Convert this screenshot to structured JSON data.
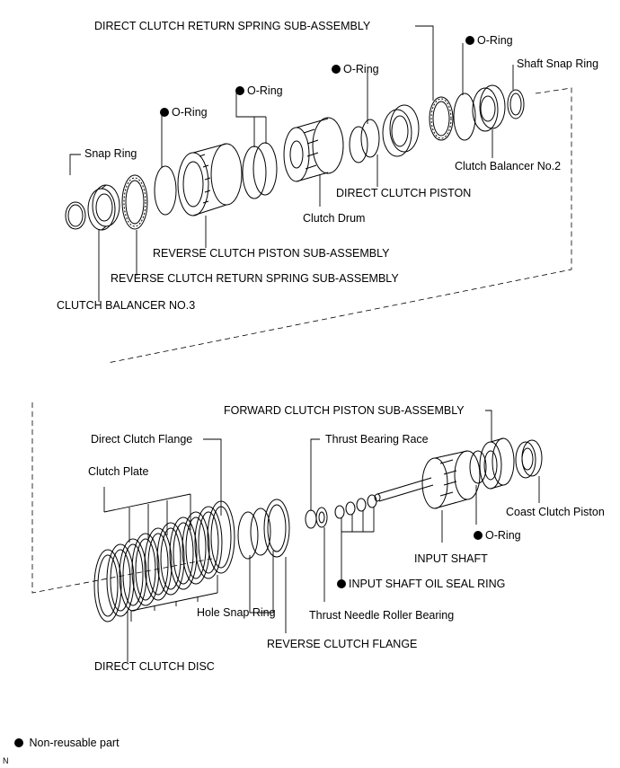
{
  "labels": {
    "direct_clutch_return_spring": "DIRECT CLUTCH RETURN SPRING SUB-ASSEMBLY",
    "o_ring": "O-Ring",
    "shaft_snap_ring": "Shaft Snap Ring",
    "snap_ring": "Snap Ring",
    "clutch_balancer_no2": "Clutch Balancer No.2",
    "direct_clutch_piston": "DIRECT CLUTCH PISTON",
    "clutch_drum": "Clutch Drum",
    "reverse_clutch_piston": "REVERSE CLUTCH PISTON SUB-ASSEMBLY",
    "reverse_clutch_return_spring": "REVERSE CLUTCH RETURN SPRING SUB-ASSEMBLY",
    "clutch_balancer_no3": "CLUTCH BALANCER NO.3",
    "forward_clutch_piston": "FORWARD CLUTCH PISTON SUB-ASSEMBLY",
    "direct_clutch_flange": "Direct Clutch Flange",
    "thrust_bearing_race": "Thrust Bearing Race",
    "clutch_plate": "Clutch Plate",
    "coast_clutch_piston": "Coast Clutch Piston",
    "input_shaft": "INPUT SHAFT",
    "input_shaft_oil_seal_ring": "INPUT SHAFT OIL SEAL RING",
    "hole_snap_ring": "Hole Snap Ring",
    "thrust_needle_roller_bearing": "Thrust Needle Roller Bearing",
    "reverse_clutch_flange": "REVERSE CLUTCH FLANGE",
    "direct_clutch_disc": "DIRECT CLUTCH DISC"
  },
  "legend": {
    "non_reusable": "Non-reusable part"
  },
  "corner_mark": "N"
}
